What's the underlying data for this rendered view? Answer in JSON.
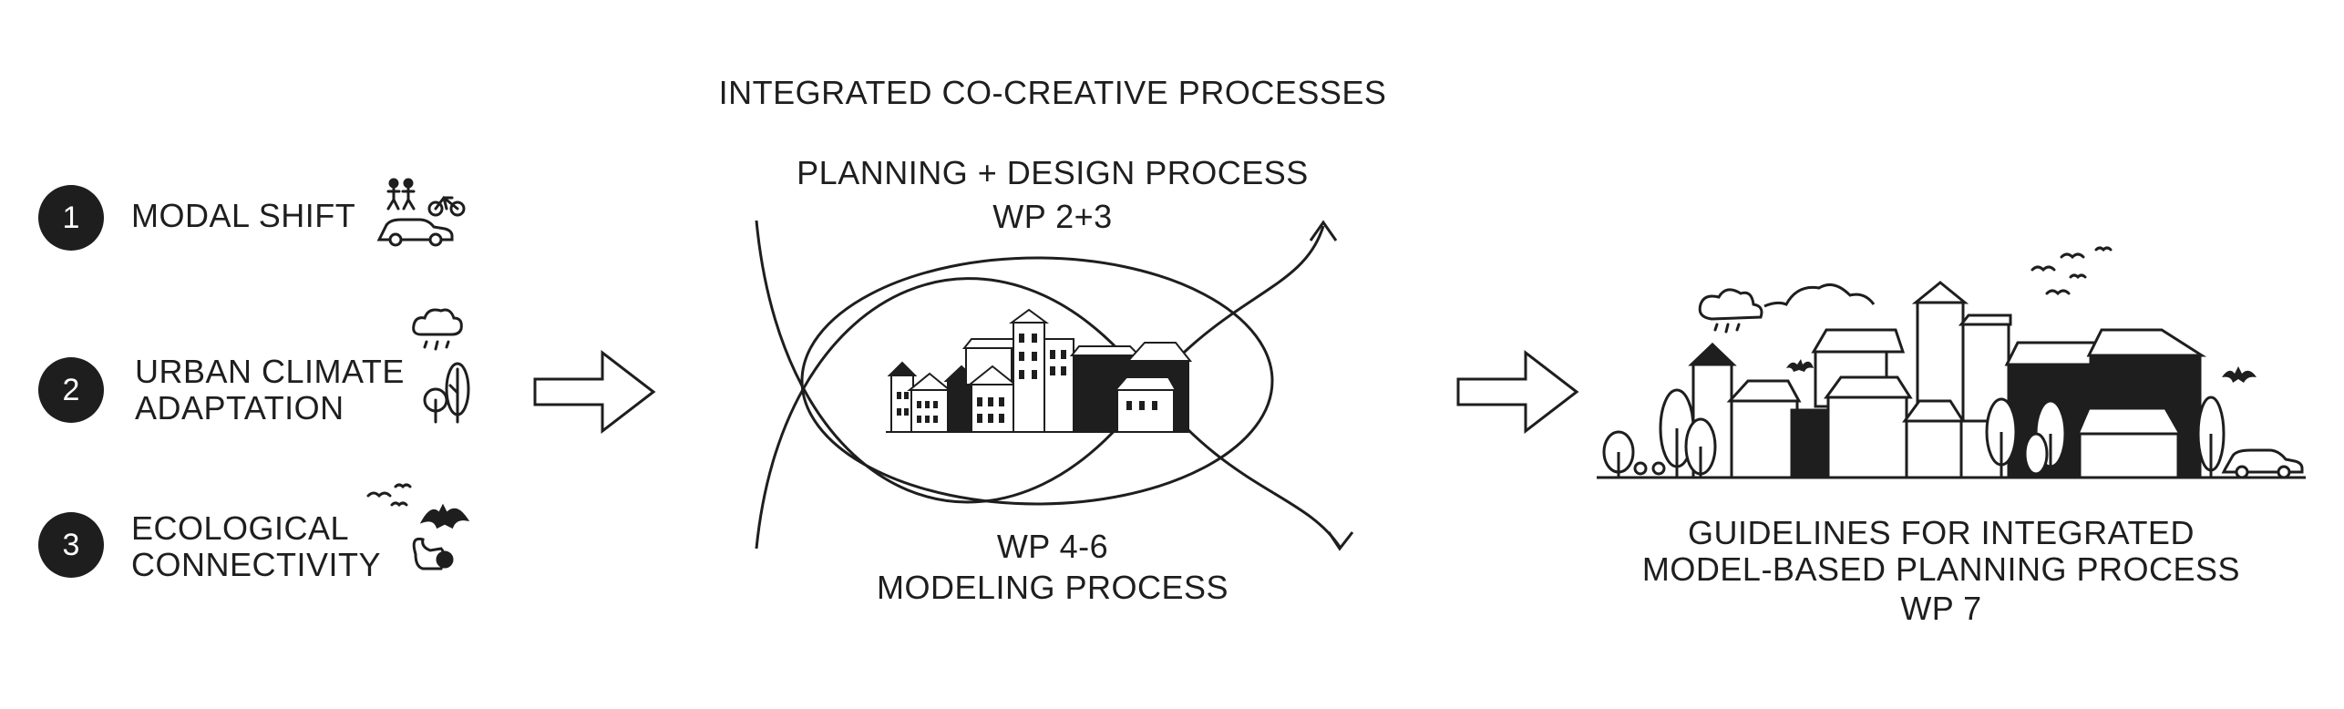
{
  "left": {
    "items": [
      {
        "number": "1",
        "line1": "MODAL SHIFT",
        "line2": ""
      },
      {
        "number": "2",
        "line1": "URBAN CLIMATE",
        "line2": "ADAPTATION"
      },
      {
        "number": "3",
        "line1": "ECOLOGICAL",
        "line2": "CONNECTIVITY"
      }
    ]
  },
  "center": {
    "header": "INTEGRATED CO-CREATIVE PROCESSES",
    "top_line1": "PLANNING + DESIGN PROCESS",
    "top_line2": "WP 2+3",
    "bottom_line1": "WP 4-6",
    "bottom_line2": "MODELING PROCESS"
  },
  "right": {
    "line1": "GUIDELINES FOR INTEGRATED",
    "line2": "MODEL-BASED PLANNING PROCESS",
    "line3": "WP 7"
  },
  "colors": {
    "ink": "#1e1e1e",
    "background": "#ffffff"
  }
}
